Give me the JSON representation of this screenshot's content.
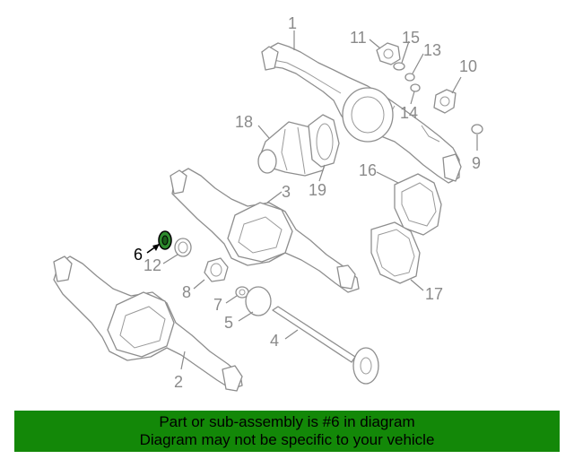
{
  "callouts": [
    {
      "id": "1",
      "label": "1"
    },
    {
      "id": "2",
      "label": "2"
    },
    {
      "id": "3",
      "label": "3"
    },
    {
      "id": "4",
      "label": "4"
    },
    {
      "id": "5",
      "label": "5"
    },
    {
      "id": "6",
      "label": "6",
      "highlighted": true
    },
    {
      "id": "7",
      "label": "7"
    },
    {
      "id": "8",
      "label": "8"
    },
    {
      "id": "9",
      "label": "9"
    },
    {
      "id": "10",
      "label": "10"
    },
    {
      "id": "11",
      "label": "11"
    },
    {
      "id": "12",
      "label": "12"
    },
    {
      "id": "13",
      "label": "13"
    },
    {
      "id": "14",
      "label": "14"
    },
    {
      "id": "15",
      "label": "15"
    },
    {
      "id": "16",
      "label": "16"
    },
    {
      "id": "17",
      "label": "17"
    },
    {
      "id": "18",
      "label": "18"
    },
    {
      "id": "19",
      "label": "19"
    }
  ],
  "banner": {
    "line1": "Part or sub-assembly is #6 in diagram",
    "line2": "Diagram may not be specific to your vehicle",
    "color": "#138808"
  },
  "colors": {
    "line": "#8e8e8e",
    "highlight": "#000000",
    "highlight_fill": "#2e8b2e"
  }
}
